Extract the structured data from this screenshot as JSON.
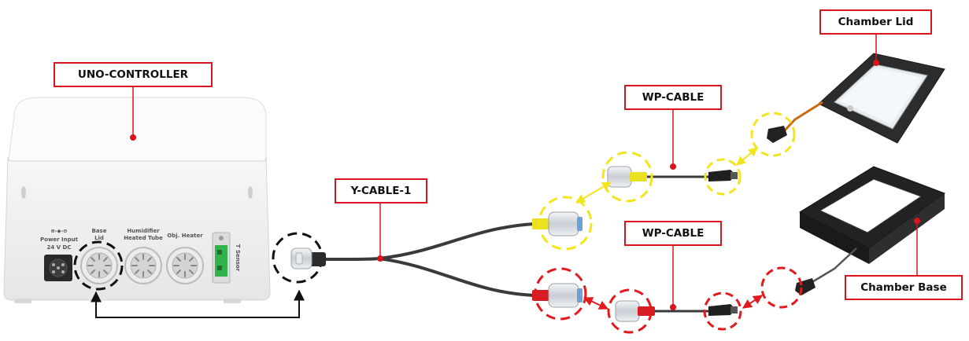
{
  "labels": {
    "uno_controller": "UNO-CONTROLLER",
    "y_cable": "Y-CABLE-1",
    "wp_cable_top": "WP-CABLE",
    "wp_cable_bottom": "WP-CABLE",
    "chamber_lid": "Chamber Lid",
    "chamber_base": "Chamber Base"
  },
  "controller_panel": {
    "power_input": "Power Input",
    "voltage": "24 V DC",
    "base_lid_line1": "Base",
    "base_lid_line2": "Lid",
    "humidifier_line1": "Humidifier",
    "humidifier_line2": "Heated Tube",
    "obj_heater": "Obj. Heater",
    "t_sensor": "T Sensor"
  },
  "colors": {
    "label_border": "#d9141c",
    "yellow_path": "#f2e51e",
    "red_path": "#e2191e",
    "black_path": "#111111"
  }
}
